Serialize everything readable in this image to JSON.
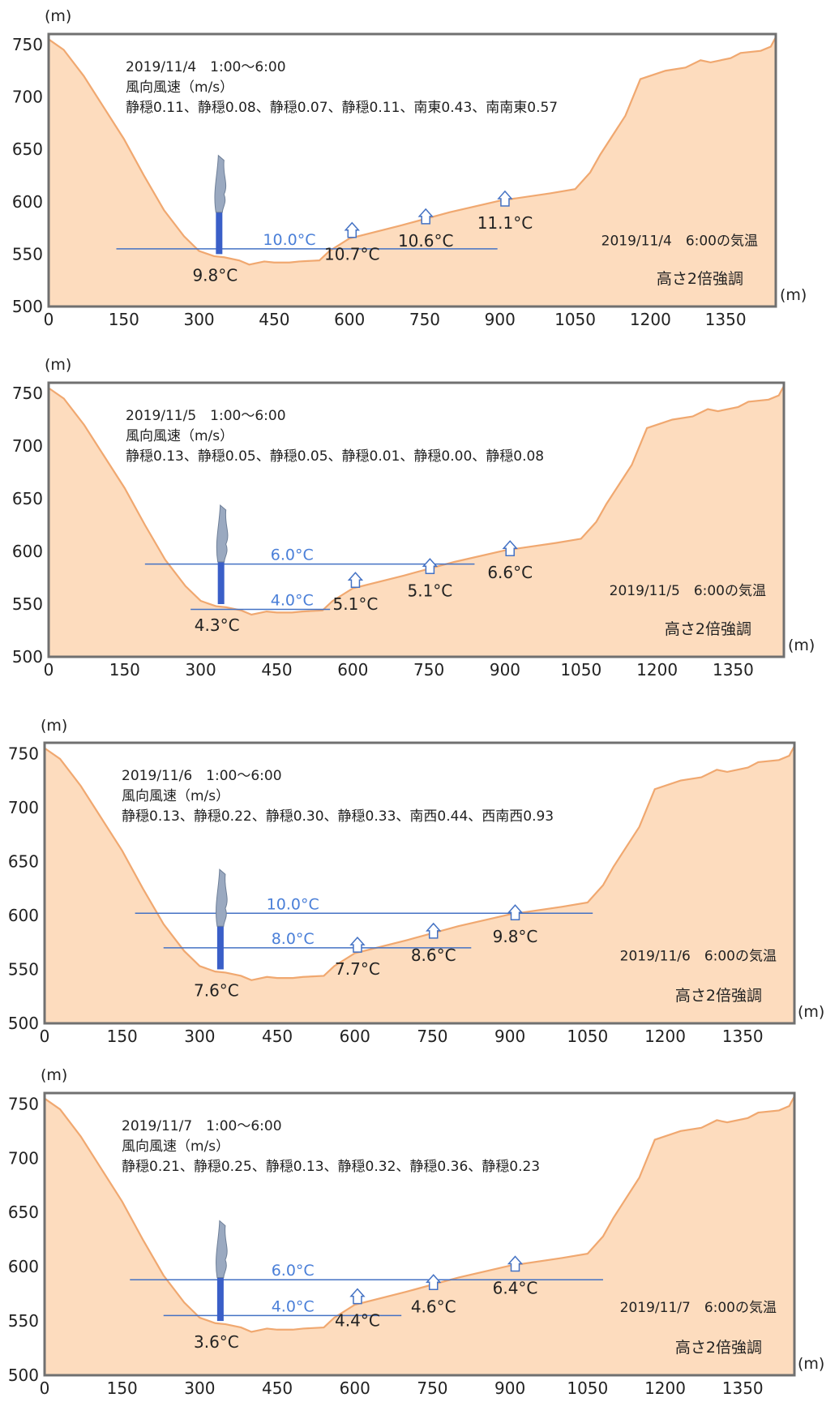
{
  "colors": {
    "terrain_fill": "#fddcbe",
    "terrain_line": "#f0a870",
    "frame": "#707070",
    "iso_line": "#4472c4",
    "iso_label": "#4a7fd8",
    "chimney": "#3a5fc8",
    "plume": "#9aa9c0",
    "text": "#222222"
  },
  "icons": {
    "station_marker": "house-icon",
    "chimney": "chimney-icon",
    "smoke": "smoke-plume-icon"
  },
  "charts": [
    {
      "time_label": "2019/11/4　1:00〜6:00",
      "wind_heading": "風向風速（m/s）",
      "wind_values": "静穏0.11、静穏0.08、静穏0.07、静穏0.11、南東0.43、南南東0.57",
      "snapshot_label": "2019/11/4　6:00の気温",
      "emphasis_note": "高さ2倍強調",
      "y_unit": "(m)",
      "x_unit": "(m)"
    },
    {
      "time_label": "2019/11/5　1:00〜6:00",
      "wind_heading": "風向風速（m/s）",
      "wind_values": "静穏0.13、静穏0.05、静穏0.05、静穏0.01、静穏0.00、静穏0.08",
      "snapshot_label": "2019/11/5　6:00の気温",
      "emphasis_note": "高さ2倍強調",
      "y_unit": "(m)",
      "x_unit": "(m)"
    },
    {
      "time_label": "2019/11/6　1:00〜6:00",
      "wind_heading": "風向風速（m/s）",
      "wind_values": "静穏0.13、静穏0.22、静穏0.30、静穏0.33、南西0.44、西南西0.93",
      "snapshot_label": "2019/11/6　6:00の気温",
      "emphasis_note": "高さ2倍強調",
      "y_unit": "(m)",
      "x_unit": "(m)"
    },
    {
      "time_label": "2019/11/7　1:00〜6:00",
      "wind_heading": "風向風速（m/s）",
      "wind_values": "静穏0.21、静穏0.25、静穏0.13、静穏0.32、静穏0.36、静穏0.23",
      "snapshot_label": "2019/11/7　6:00の気温",
      "emphasis_note": "高さ2倍強調",
      "y_unit": "(m)",
      "x_unit": "(m)"
    }
  ],
  "chart_data": [
    {
      "type": "area",
      "title": "2019/11/4　1:00〜6:00",
      "x_ticks": [
        "0",
        "150",
        "300",
        "450",
        "600",
        "750",
        "900",
        "1050",
        "1200",
        "1350"
      ],
      "y_ticks": [
        "750",
        "700",
        "650",
        "600",
        "550",
        "500"
      ],
      "xlim": [
        0,
        1450
      ],
      "ylim": [
        500,
        760
      ],
      "xlabel": "(m)",
      "ylabel": "(m)",
      "profile": {
        "x": [
          0,
          30,
          70,
          110,
          150,
          190,
          230,
          270,
          300,
          330,
          350,
          380,
          400,
          430,
          450,
          480,
          500,
          540,
          560,
          600,
          700,
          800,
          900,
          1000,
          1050,
          1080,
          1100,
          1150,
          1180,
          1230,
          1270,
          1300,
          1320,
          1360,
          1380,
          1420,
          1440,
          1450
        ],
        "y": [
          755,
          745,
          720,
          690,
          660,
          625,
          592,
          567,
          553,
          548,
          547,
          544,
          540,
          543,
          542,
          542,
          543,
          544,
          553,
          565,
          577,
          590,
          601,
          608,
          612,
          628,
          645,
          682,
          717,
          725,
          728,
          735,
          733,
          737,
          742,
          744,
          748,
          757
        ]
      },
      "source": {
        "x": 340,
        "stack_y": [
          550,
          590
        ]
      },
      "isotherms": [
        {
          "label": "10.0°C",
          "y": 555,
          "x_range": [
            135,
            895
          ]
        }
      ],
      "stations": [
        {
          "label": "9.8°C",
          "x": 340,
          "y": 550,
          "marker": false
        },
        {
          "label": "10.7°C",
          "x": 605,
          "y": 566,
          "marker": true
        },
        {
          "label": "10.6°C",
          "x": 752,
          "y": 579,
          "marker": true
        },
        {
          "label": "11.1°C",
          "x": 910,
          "y": 596,
          "marker": true
        }
      ]
    },
    {
      "type": "area",
      "title": "2019/11/5　1:00〜6:00",
      "x_ticks": [
        "0",
        "150",
        "300",
        "450",
        "600",
        "750",
        "900",
        "1050",
        "1200",
        "1350"
      ],
      "y_ticks": [
        "750",
        "700",
        "650",
        "600",
        "550",
        "500"
      ],
      "xlim": [
        0,
        1450
      ],
      "ylim": [
        500,
        760
      ],
      "xlabel": "(m)",
      "ylabel": "(m)",
      "profile": {
        "x": [
          0,
          30,
          70,
          110,
          150,
          190,
          230,
          270,
          300,
          330,
          350,
          380,
          400,
          430,
          450,
          480,
          500,
          540,
          560,
          600,
          700,
          800,
          900,
          1000,
          1050,
          1080,
          1100,
          1150,
          1180,
          1230,
          1270,
          1300,
          1320,
          1360,
          1380,
          1420,
          1440,
          1450
        ],
        "y": [
          755,
          745,
          720,
          690,
          660,
          625,
          592,
          567,
          553,
          548,
          547,
          544,
          540,
          543,
          542,
          542,
          543,
          544,
          553,
          565,
          577,
          590,
          601,
          608,
          612,
          628,
          645,
          682,
          717,
          725,
          728,
          735,
          733,
          737,
          742,
          744,
          748,
          757
        ]
      },
      "source": {
        "x": 340,
        "stack_y": [
          550,
          590
        ]
      },
      "isotherms": [
        {
          "label": "6.0°C",
          "y": 588,
          "x_range": [
            190,
            840
          ]
        },
        {
          "label": "4.0°C",
          "y": 545,
          "x_range": [
            280,
            555
          ]
        }
      ],
      "stations": [
        {
          "label": "4.3°C",
          "x": 340,
          "y": 550,
          "marker": false
        },
        {
          "label": "5.1°C",
          "x": 605,
          "y": 566,
          "marker": true
        },
        {
          "label": "5.1°C",
          "x": 752,
          "y": 579,
          "marker": true
        },
        {
          "label": "6.6°C",
          "x": 910,
          "y": 596,
          "marker": true
        }
      ]
    },
    {
      "type": "area",
      "title": "2019/11/6　1:00〜6:00",
      "x_ticks": [
        "0",
        "150",
        "300",
        "450",
        "600",
        "750",
        "900",
        "1050",
        "1200",
        "1350"
      ],
      "y_ticks": [
        "750",
        "700",
        "650",
        "600",
        "550",
        "500"
      ],
      "xlim": [
        0,
        1450
      ],
      "ylim": [
        500,
        760
      ],
      "xlabel": "(m)",
      "ylabel": "(m)",
      "profile": {
        "x": [
          0,
          30,
          70,
          110,
          150,
          190,
          230,
          270,
          300,
          330,
          350,
          380,
          400,
          430,
          450,
          480,
          500,
          540,
          560,
          600,
          700,
          800,
          900,
          1000,
          1050,
          1080,
          1100,
          1150,
          1180,
          1230,
          1270,
          1300,
          1320,
          1360,
          1380,
          1420,
          1440,
          1450
        ],
        "y": [
          755,
          745,
          720,
          690,
          660,
          625,
          592,
          567,
          553,
          548,
          547,
          544,
          540,
          543,
          542,
          542,
          543,
          544,
          553,
          565,
          577,
          590,
          601,
          608,
          612,
          628,
          645,
          682,
          717,
          725,
          728,
          735,
          733,
          737,
          742,
          744,
          748,
          757
        ]
      },
      "source": {
        "x": 340,
        "stack_y": [
          550,
          590
        ]
      },
      "isotherms": [
        {
          "label": "10.0°C",
          "y": 602,
          "x_range": [
            175,
            1060
          ]
        },
        {
          "label": "8.0°C",
          "y": 570,
          "x_range": [
            230,
            825
          ]
        }
      ],
      "stations": [
        {
          "label": "7.6°C",
          "x": 340,
          "y": 550,
          "marker": false
        },
        {
          "label": "7.7°C",
          "x": 605,
          "y": 566,
          "marker": true
        },
        {
          "label": "8.6°C",
          "x": 752,
          "y": 579,
          "marker": true
        },
        {
          "label": "9.8°C",
          "x": 910,
          "y": 596,
          "marker": true
        }
      ]
    },
    {
      "type": "area",
      "title": "2019/11/7　1:00〜6:00",
      "x_ticks": [
        "0",
        "150",
        "300",
        "450",
        "600",
        "750",
        "900",
        "1050",
        "1200",
        "1350"
      ],
      "y_ticks": [
        "750",
        "700",
        "650",
        "600",
        "550",
        "500"
      ],
      "xlim": [
        0,
        1450
      ],
      "ylim": [
        500,
        760
      ],
      "xlabel": "(m)",
      "ylabel": "(m)",
      "profile": {
        "x": [
          0,
          30,
          70,
          110,
          150,
          190,
          230,
          270,
          300,
          330,
          350,
          380,
          400,
          430,
          450,
          480,
          500,
          540,
          560,
          600,
          700,
          800,
          900,
          1000,
          1050,
          1080,
          1100,
          1150,
          1180,
          1230,
          1270,
          1300,
          1320,
          1360,
          1380,
          1420,
          1440,
          1450
        ],
        "y": [
          755,
          745,
          720,
          690,
          660,
          625,
          592,
          567,
          553,
          548,
          547,
          544,
          540,
          543,
          542,
          542,
          543,
          544,
          553,
          565,
          577,
          590,
          601,
          608,
          612,
          628,
          645,
          682,
          717,
          725,
          728,
          735,
          733,
          737,
          742,
          744,
          748,
          757
        ]
      },
      "source": {
        "x": 340,
        "stack_y": [
          550,
          590
        ]
      },
      "isotherms": [
        {
          "label": "6.0°C",
          "y": 588,
          "x_range": [
            165,
            1080
          ]
        },
        {
          "label": "4.0°C",
          "y": 555,
          "x_range": [
            230,
            690
          ]
        }
      ],
      "stations": [
        {
          "label": "3.6°C",
          "x": 340,
          "y": 550,
          "marker": false
        },
        {
          "label": "4.4°C",
          "x": 605,
          "y": 566,
          "marker": true
        },
        {
          "label": "4.6°C",
          "x": 752,
          "y": 579,
          "marker": true
        },
        {
          "label": "6.4°C",
          "x": 910,
          "y": 596,
          "marker": true
        }
      ]
    }
  ]
}
